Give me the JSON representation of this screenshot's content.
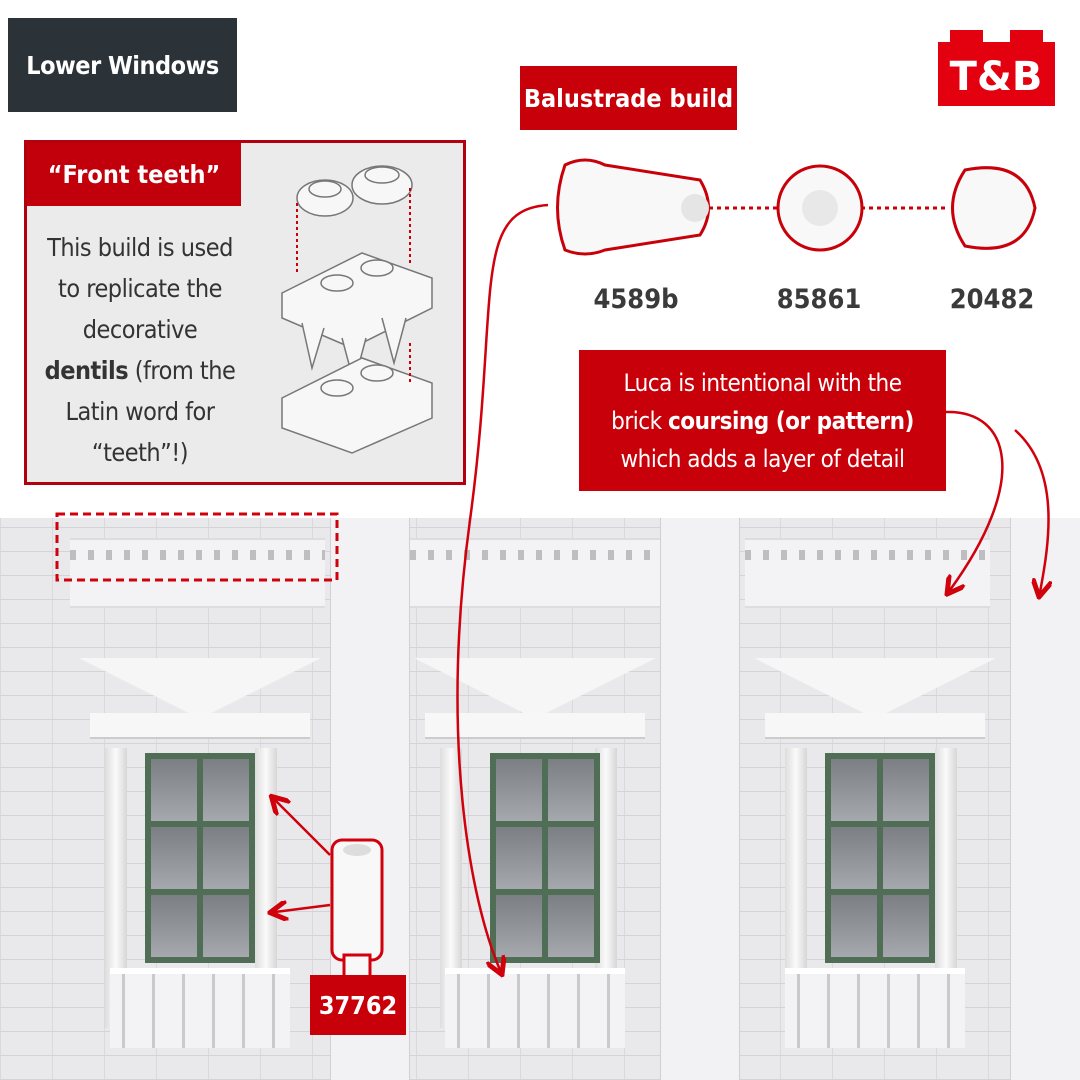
{
  "title": "Lower Windows",
  "logo": {
    "text": "T&B",
    "color": "#e3000f"
  },
  "front_teeth": {
    "heading": "“Front teeth”",
    "lines": [
      "This build is used",
      "to replicate the",
      "decorative"
    ],
    "bold_word": "dentils",
    "line4_rest": " (from the",
    "line5": "Latin word for",
    "line6": "“teeth”!)"
  },
  "balustrade": {
    "heading": "Balustrade build",
    "parts": [
      {
        "id": "4589b"
      },
      {
        "id": "85861"
      },
      {
        "id": "20482"
      }
    ]
  },
  "callout": {
    "line1": "Luca is intentional with the",
    "line2_pre": "brick ",
    "line2_bold": "coursing (or pattern)",
    "line3": "which adds a layer of detail"
  },
  "column_part": {
    "id": "37762"
  },
  "colors": {
    "red": "#c8000a",
    "dark": "#2b3339",
    "window_frame": "#4f6e55"
  }
}
